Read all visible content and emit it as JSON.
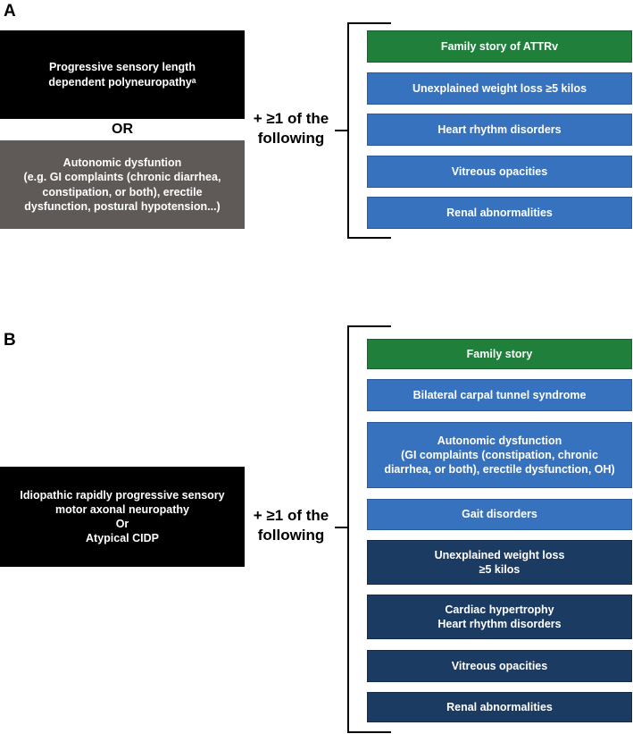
{
  "panel_a": {
    "label": "A",
    "main_box": "Progressive sensory length\ndependent polyneuropathyᵃ",
    "or_label": "OR",
    "alt_box": "Autonomic dysfuntion\n(e.g. GI complaints (chronic diarrhea,\nconstipation, or both), erectile\ndysfunction, postural hypotension...)",
    "connector": "+ ≥1 of the\nfollowing",
    "criteria": [
      {
        "text": "Family story of ATTRv",
        "color": "green"
      },
      {
        "text": "Unexplained weight loss ≥5 kilos",
        "color": "blue"
      },
      {
        "text": "Heart rhythm disorders",
        "color": "blue"
      },
      {
        "text": "Vitreous opacities",
        "color": "blue"
      },
      {
        "text": "Renal abnormalities",
        "color": "blue"
      }
    ]
  },
  "panel_b": {
    "label": "B",
    "main_box": "Idiopathic rapidly progressive sensory\nmotor axonal neuropathy\nOr\nAtypical CIDP",
    "connector": "+ ≥1 of the\nfollowing",
    "criteria": [
      {
        "text": "Family story",
        "color": "green"
      },
      {
        "text": "Bilateral carpal tunnel syndrome",
        "color": "blue"
      },
      {
        "text": "Autonomic dysfunction\n(GI complaints (constipation, chronic\ndiarrhea, or both), erectile dysfunction, OH)",
        "color": "blue"
      },
      {
        "text": "Gait disorders",
        "color": "blue"
      },
      {
        "text": "Unexplained weight loss\n≥5 kilos",
        "color": "navy"
      },
      {
        "text": "Cardiac hypertrophy\nHeart rhythm disorders",
        "color": "navy"
      },
      {
        "text": "Vitreous opacities",
        "color": "navy"
      },
      {
        "text": "Renal abnormalities",
        "color": "navy"
      }
    ]
  },
  "colors": {
    "black": "#000000",
    "grey": "#5f5a57",
    "green": "#1f7f3b",
    "blue": "#3772bf",
    "navy": "#1c3b63"
  }
}
